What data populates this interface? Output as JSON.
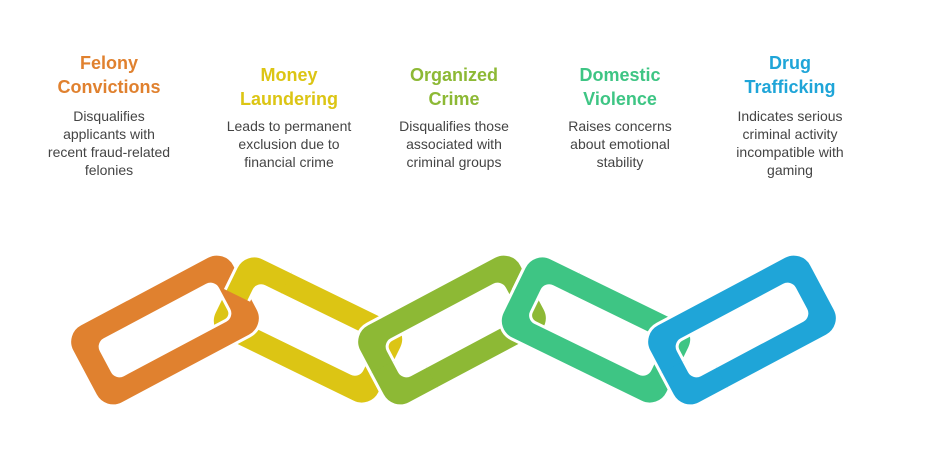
{
  "items": [
    {
      "title": "Felony\nConvictions",
      "desc": "Disqualifies\napplicants with\nrecent fraud-related\nfelonies",
      "color": "#E0812F"
    },
    {
      "title": "Money\nLaundering",
      "desc": "Leads to permanent\nexclusion due to\nfinancial crime",
      "color": "#DCC514"
    },
    {
      "title": "Organized\nCrime",
      "desc": "Disqualifies those\nassociated with\ncriminal groups",
      "color": "#8DB935"
    },
    {
      "title": "Domestic\nViolence",
      "desc": "Raises concerns\nabout emotional\nstability",
      "color": "#3EC584"
    },
    {
      "title": "Drug\nTrafficking",
      "desc": "Indicates serious\ncriminal activity\nincompatible with\ngaming",
      "color": "#1FA5D8"
    }
  ]
}
